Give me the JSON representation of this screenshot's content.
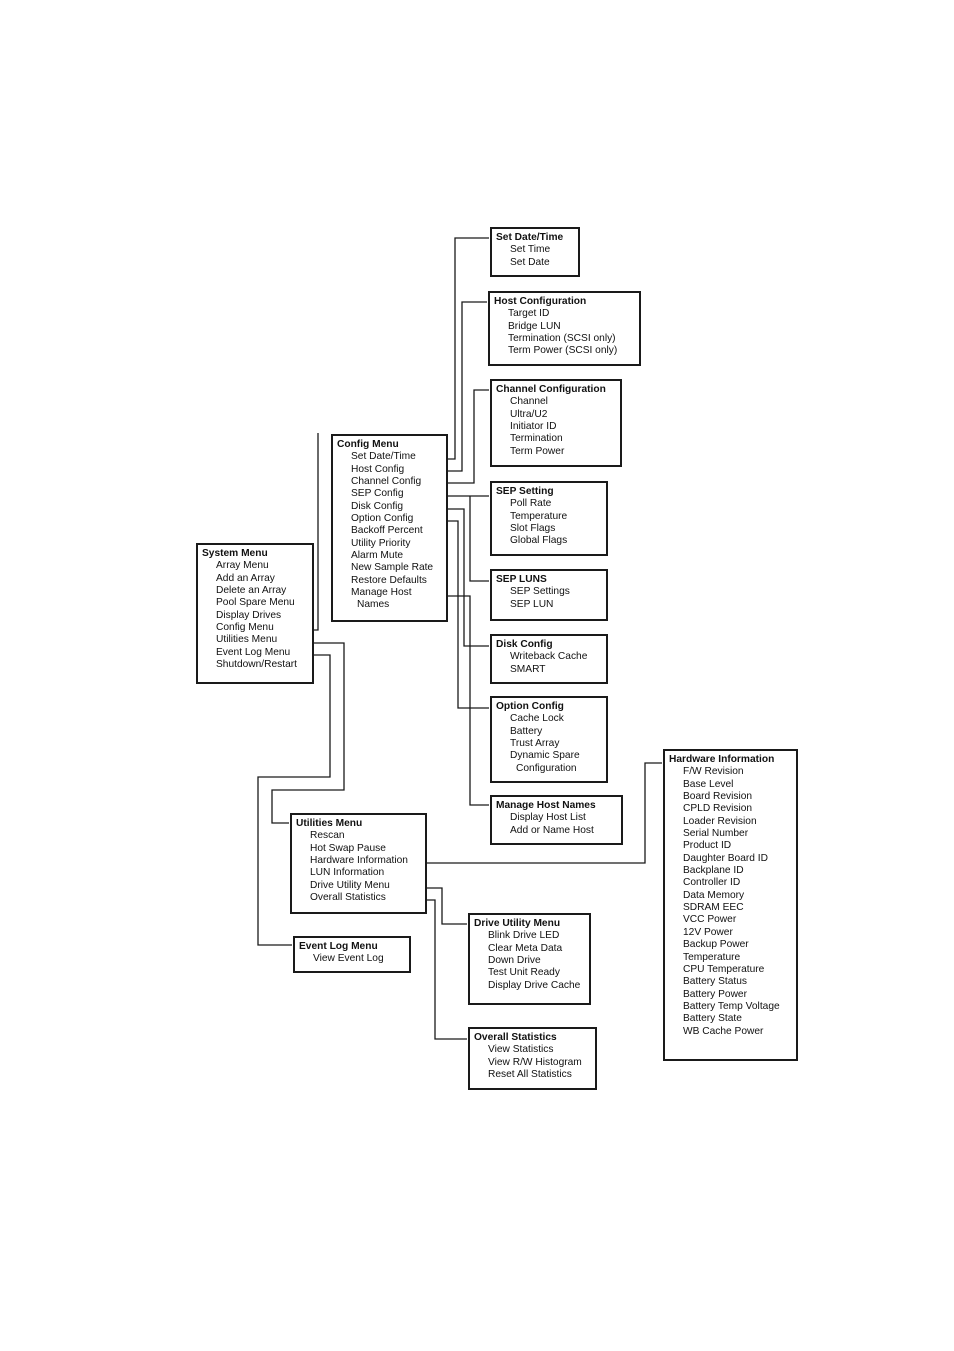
{
  "colors": {
    "line": "#1a1a1a",
    "text": "#111111",
    "background": "#ffffff"
  },
  "menus": {
    "system": {
      "title": "System Menu",
      "items": [
        "Array Menu",
        "Add an Array",
        "Delete an Array",
        "Pool Spare Menu",
        "Display Drives",
        "Config Menu",
        "Utilities Menu",
        "Event Log Menu",
        "Shutdown/Restart"
      ]
    },
    "config": {
      "title": "Config Menu",
      "items": [
        "Set Date/Time",
        "Host Config",
        "Channel Config",
        "SEP Config",
        "Disk Config",
        "Option Config",
        "Backoff Percent",
        "Utility Priority",
        "Alarm Mute",
        "New Sample Rate",
        "Restore Defaults",
        "Manage Host",
        "Names"
      ]
    },
    "set_date_time": {
      "title": "Set Date/Time",
      "items": [
        "Set Time",
        "Set Date"
      ]
    },
    "host_configuration": {
      "title": "Host Configuration",
      "items": [
        "Target ID",
        "Bridge LUN",
        "Termination (SCSI only)",
        "Term Power (SCSI only)"
      ]
    },
    "channel_configuration": {
      "title": "Channel Configuration",
      "items": [
        "Channel",
        "Ultra/U2",
        "Initiator ID",
        "Termination",
        "Term Power"
      ]
    },
    "sep_setting": {
      "title": "SEP Setting",
      "items": [
        "Poll Rate",
        "Temperature",
        "Slot Flags",
        "Global Flags"
      ]
    },
    "sep_luns": {
      "title": "SEP LUNS",
      "items": [
        "SEP Settings",
        "SEP LUN"
      ]
    },
    "disk_config": {
      "title": "Disk Config",
      "items": [
        "Writeback Cache",
        "SMART"
      ]
    },
    "option_config": {
      "title": "Option Config",
      "items": [
        "Cache Lock",
        "Battery",
        "Trust Array",
        "Dynamic Spare",
        "Configuration"
      ]
    },
    "manage_host_names": {
      "title": "Manage Host Names",
      "items": [
        "Display Host List",
        "Add or Name Host"
      ]
    },
    "hardware_information": {
      "title": "Hardware Information",
      "items": [
        "F/W Revision",
        "Base Level",
        "Board Revision",
        "CPLD Revision",
        "Loader Revision",
        "Serial Number",
        "Product ID",
        "Daughter Board ID",
        "Backplane ID",
        "Controller ID",
        "Data Memory",
        "SDRAM EEC",
        "VCC Power",
        "12V Power",
        "Backup Power",
        "Temperature",
        "CPU Temperature",
        "Battery Status",
        "Battery Power",
        "Battery Temp Voltage",
        "Battery State",
        "WB Cache Power"
      ]
    },
    "utilities": {
      "title": "Utilities Menu",
      "items": [
        "Rescan",
        "Hot Swap Pause",
        "Hardware Information",
        "LUN Information",
        "Drive Utility Menu",
        "Overall Statistics"
      ]
    },
    "event_log": {
      "title": "Event Log Menu",
      "items": [
        "View Event Log"
      ]
    },
    "drive_utility": {
      "title": "Drive Utility Menu",
      "items": [
        "Blink Drive LED",
        "Clear Meta Data",
        "Down Drive",
        "Test Unit Ready",
        "Display Drive Cache"
      ]
    },
    "overall_statistics": {
      "title": "Overall Statistics",
      "items": [
        "View Statistics",
        "View R/W Histogram",
        "Reset All Statistics"
      ]
    }
  }
}
